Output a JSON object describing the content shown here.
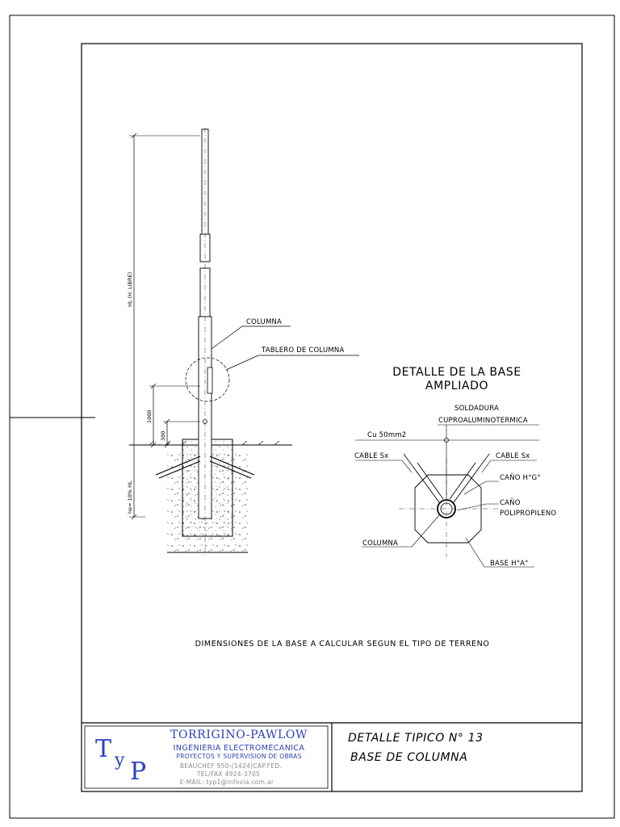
{
  "drawing": {
    "heading_line1": "DETALLE DE LA BASE",
    "heading_line2": "AMPLIADO",
    "note": "DIMENSIONES DE LA BASE A CALCULAR SEGUN EL TIPO DE TERRENO"
  },
  "elevation": {
    "labels": {
      "columna": "COLUMNA",
      "tablero": "TABLERO DE COLUMNA"
    },
    "dimensions": {
      "hl": "HL (H. LIBRE)",
      "d1000": "1000",
      "d300": "300",
      "he": "he= 10% HL"
    }
  },
  "detail": {
    "labels": {
      "soldadura": "SOLDADURA",
      "cuproalumino": "CUPROALUMINOTERMICA",
      "cu": "Cu 50mm2",
      "cable_left": "CABLE Sx",
      "cable_right": "CABLE Sx",
      "cano_hg": "CAÑO H°G°",
      "cano": "CAÑO",
      "polipropileno": "POLIPROPILENO",
      "columna": "COLUMNA",
      "base": "BASE H°A°"
    }
  },
  "title_block": {
    "logo": {
      "t": "T",
      "y": "y",
      "p": "P"
    },
    "company": "TORRIGINO-PAWLOW",
    "line1": "INGENIERIA ELECTROMECANICA",
    "line2": "PROYECTOS Y SUPERVISION DE OBRAS",
    "address": "BEAUCHEF 950-(1424)CAP.FED.",
    "phone": "TEL/FAX 4924-3705",
    "email": "E-MAIL: typ1@infovia.com.ar",
    "detail_number": "DETALLE TIPICO N° 13",
    "detail_name": "BASE DE COLUMNA"
  },
  "colors": {
    "ink": "#000000",
    "logo": "#2a40c8",
    "muted": "#8a8a8a"
  }
}
